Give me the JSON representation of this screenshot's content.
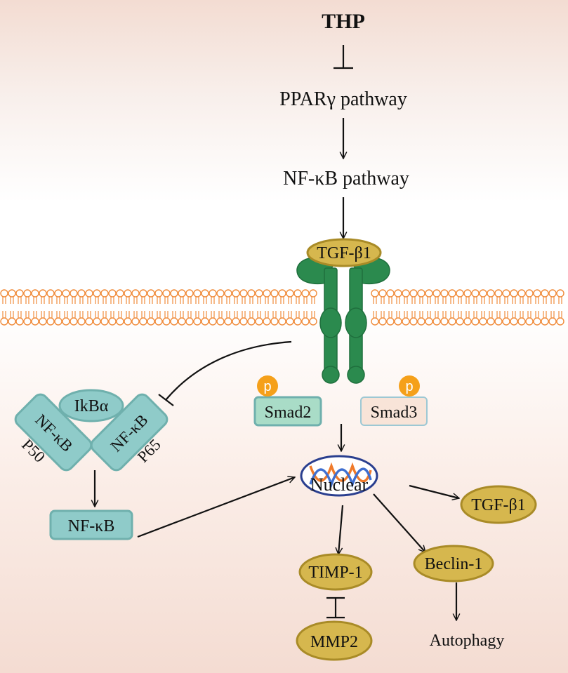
{
  "title": "THP",
  "labels": {
    "ppar": "PPARγ pathway",
    "nfkb_pathway": "NF-κB pathway",
    "tgf_top": "TGF-β1",
    "ikba": "IkBα",
    "nfkb_left": "NF-κB",
    "p50": "P50",
    "nfkb_right": "NF-κB",
    "p65": "P65",
    "nfkb_free": "NF-κB",
    "p_smad2": "p",
    "smad2": "Smad2",
    "p_smad3": "p",
    "smad3": "Smad3",
    "nuclear": "Nuclear",
    "tgf_out": "TGF-β1",
    "timp1": "TIMP-1",
    "mmp2": "MMP2",
    "beclin1": "Beclin-1",
    "autophagy": "Autophagy"
  },
  "colors": {
    "membrane": "#f08c3c",
    "receptor": "#2b8a4e",
    "gold_node": "#d6b74e",
    "teal_node": "#8fcbc9",
    "phospho": "#f5a01a",
    "smad2_fill": "#a9dcc7",
    "smad3_fill": "#f8e4d8",
    "dna_orange": "#f07a2a",
    "dna_blue": "#3f6fd0"
  }
}
